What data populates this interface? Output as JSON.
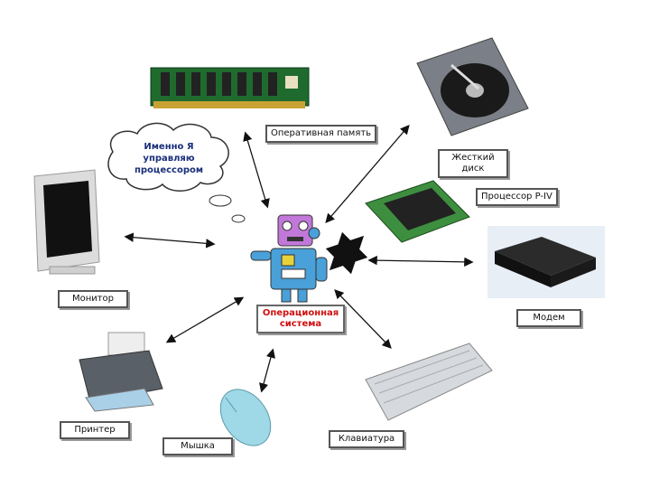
{
  "labels": {
    "ram": "Оперативная память",
    "hdd": "Жесткий диск",
    "cpu": "Процессор P-IV",
    "modem": "Модем",
    "monitor": "Монитор",
    "os": "Операционная система",
    "printer": "Принтер",
    "mouse": "Мышка",
    "keyboard": "Клавиатура"
  },
  "thought": "Именно Я управляю процессором"
}
